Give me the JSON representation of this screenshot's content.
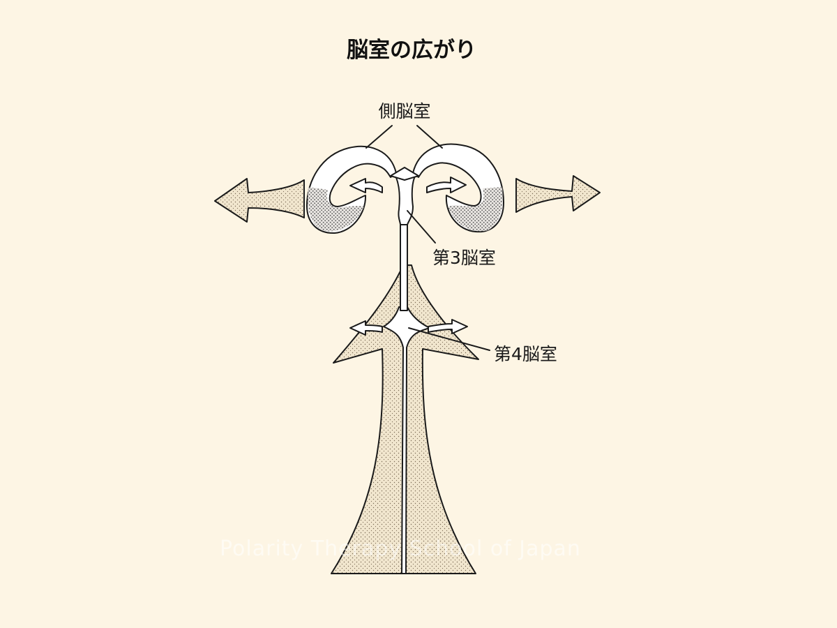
{
  "diagram": {
    "title": "脳室の広がり",
    "labels": {
      "lateral_ventricle": "側脳室",
      "third_ventricle": "第3脳室",
      "fourth_ventricle": "第4脳室"
    },
    "watermark": "Polarity Therapy School of Japan"
  },
  "colors": {
    "background": "#fdf5e4",
    "stipple_fill": "#efe2c8",
    "ventricle_fill": "#ffffff",
    "ink": "#1a1a1a"
  }
}
